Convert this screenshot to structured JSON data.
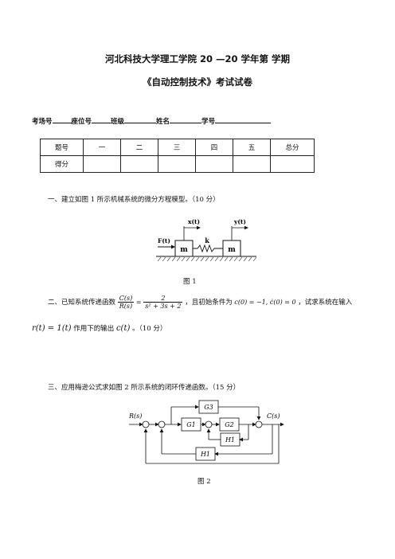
{
  "header": {
    "title_line": "河北科技大学理工学院 20    —20    学年第  学期",
    "subtitle": "《自动控制技术》考试试卷"
  },
  "student_info": {
    "exam_no": "考场号",
    "seat_no": "座位号",
    "class": "班级",
    "name": "姓名",
    "student_id": "学号"
  },
  "score_table": {
    "row1": [
      "题号",
      "一",
      "二",
      "三",
      "四",
      "五",
      "总分"
    ],
    "row2_label": "得分"
  },
  "questions": {
    "q1": "一、建立如图 1 所示机械系统的微分方程模型。（10 分）",
    "q2_prefix": "二、已知系统传递函数",
    "q2_tf_num_left": "C(s)",
    "q2_tf_den_left": "R(s)",
    "q2_tf_num_right": "2",
    "q2_tf_den_right": "s² + 3s + 2",
    "q2_mid": "，且初始条件为",
    "q2_init": "c(0) = −1, ċ(0) = 0",
    "q2_suffix": "，试求系统在输入",
    "q2_line2_expr": "r(t) = 1(t)",
    "q2_line2_text": "作用下的输出",
    "q2_line2_out": "c(t)",
    "q2_line2_end": "。（10 分）",
    "q3": "三、应用梅逊公式求如图 2 所示系统的闭环传递函数。（15 分）"
  },
  "figure1": {
    "caption": "图 1",
    "force": "F(t)",
    "x_label": "x(t)",
    "y_label": "y(t)",
    "mass1": "m",
    "mass2": "m",
    "spring": "k"
  },
  "figure2": {
    "caption": "图 2",
    "input": "R(s)",
    "output": "C(s)",
    "g1": "G1",
    "g2": "G2",
    "g3": "G3",
    "h1": "H1",
    "h2": "H1"
  }
}
